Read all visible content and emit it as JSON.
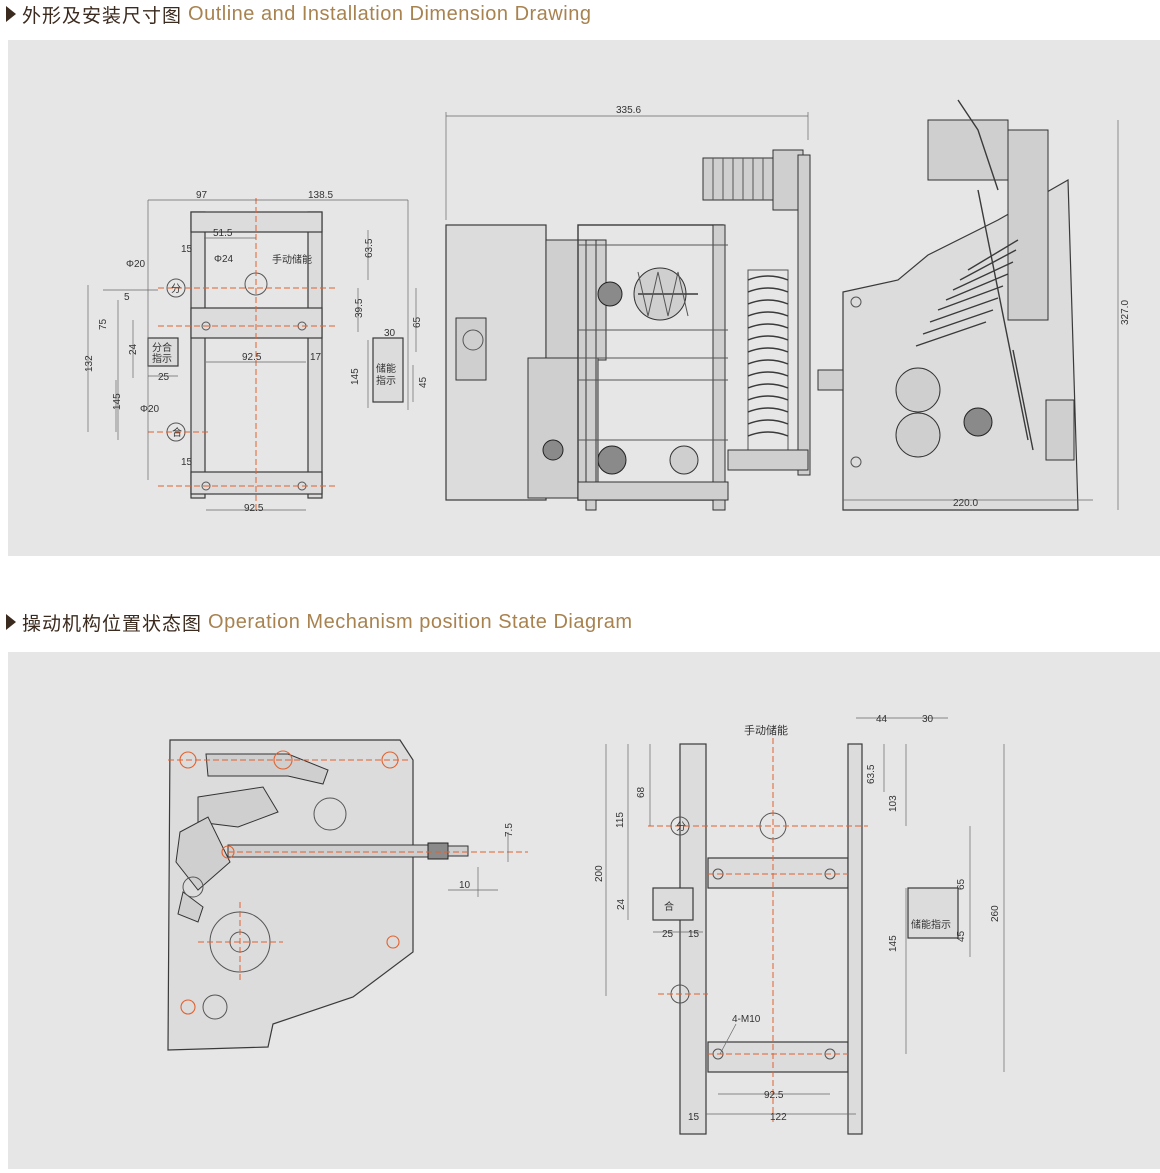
{
  "section1": {
    "title_cn": "外形及安装尺寸图",
    "title_en": "Outline and Installation Dimension Drawing"
  },
  "section2": {
    "title_cn": "操动机构位置状态图",
    "title_en": "Operation Mechanism position State Diagram"
  },
  "colors": {
    "accent_title": "#a8824f",
    "panel_bg": "#e6e6e6",
    "centerline": "#e2622f"
  },
  "dims1": {
    "d97": "97",
    "d138_5": "138.5",
    "d51_5": "51.5",
    "d15a": "15",
    "d63_5": "63.5",
    "phi20a": "Φ20",
    "phi24": "Φ24",
    "manual_charge": "手动储能",
    "d5": "5",
    "fen": "分",
    "d39_5": "39.5",
    "d65": "65",
    "d75": "75",
    "d30": "30",
    "d24": "24",
    "open_close_ind_1": "分合",
    "open_close_ind_2": "指示",
    "d92_5a": "92.5",
    "d17": "17",
    "d132": "132",
    "d25": "25",
    "d145a": "145",
    "store_ind_1": "储能",
    "store_ind_2": "指示",
    "d45": "45",
    "d145b": "145",
    "phi20b": "Φ20",
    "he": "合",
    "d15b": "15",
    "d92_5b": "92.5"
  },
  "dims2": {
    "d335_6": "335.6"
  },
  "dims3": {
    "d327": "327.0",
    "d220": "220.0"
  },
  "dims4": {
    "d7_5": "7.5",
    "d10": "10"
  },
  "dims5": {
    "manual_charge": "手动储能",
    "d44": "44",
    "d30": "30",
    "d63_5": "63.5",
    "d103": "103",
    "d68": "68",
    "d115": "115",
    "fen": "分",
    "d65": "65",
    "d200": "200",
    "d260": "260",
    "d24": "24",
    "he": "合",
    "d25": "25",
    "d15a": "15",
    "store_ind": "储能指示",
    "d45": "45",
    "d145": "145",
    "m10": "4-M10",
    "d92_5": "92.5",
    "d15b": "15",
    "d122": "122"
  }
}
